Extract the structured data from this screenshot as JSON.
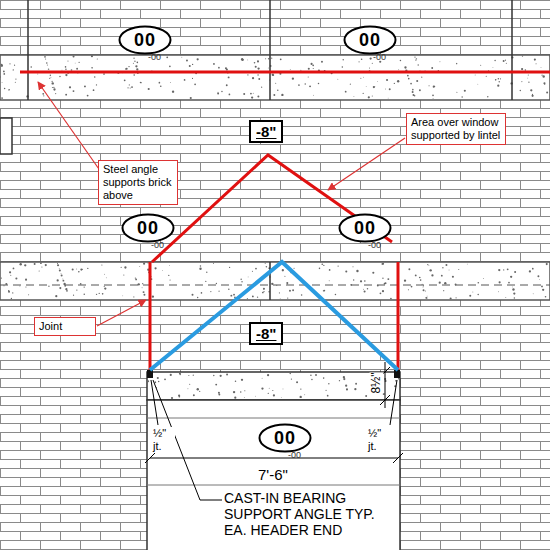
{
  "diagram": {
    "nodes": [
      {
        "text": [
          "00",
          "-00"
        ]
      },
      {
        "text": [
          "00",
          "-00"
        ]
      },
      {
        "text": [
          "-8\""
        ]
      },
      {
        "text": [
          "Area over window supported by lintel"
        ]
      },
      {
        "text": [
          "Steel angle supports brick above"
        ]
      },
      {
        "text": [
          "00",
          "-00"
        ]
      },
      {
        "text": [
          "00",
          "-00"
        ]
      },
      {
        "text": [
          "Joint"
        ]
      },
      {
        "text": [
          "-8\""
        ]
      },
      {
        "text": [
          "00",
          "-00"
        ]
      }
    ],
    "labels": [
      "8½\"",
      "½\" jt.",
      "½\" jt.",
      "7'-6\"",
      "CAST-IN BEARING SUPPORT ANGLE TYP. EA. HEADER END"
    ]
  }
}
